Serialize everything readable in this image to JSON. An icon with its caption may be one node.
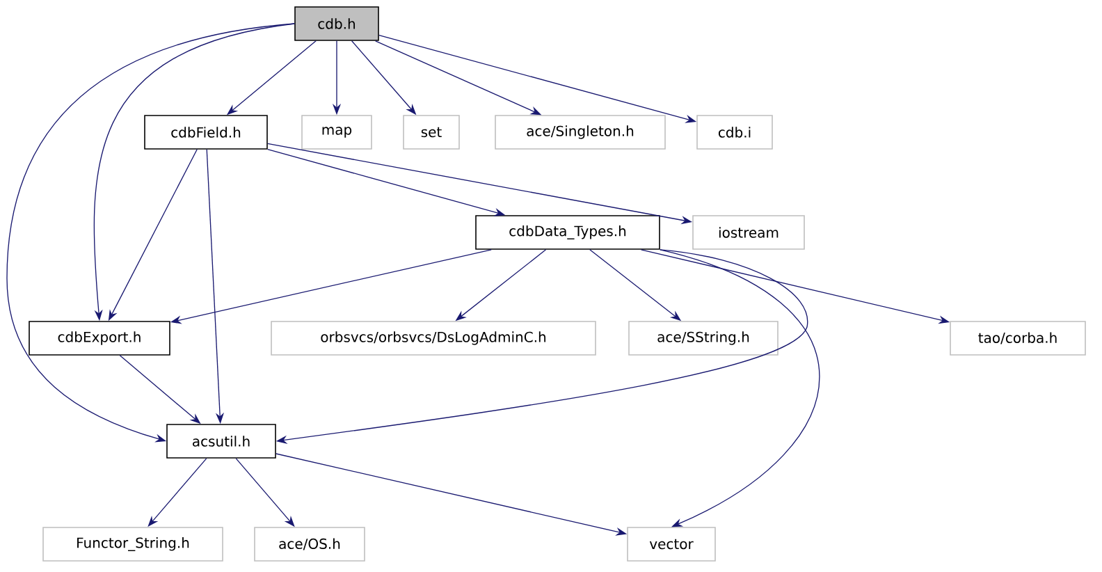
{
  "diagram": {
    "nodes": [
      {
        "text": [
          "cdb.h"
        ]
      },
      {
        "text": [
          "cdbField.h"
        ]
      },
      {
        "text": [
          "map"
        ]
      },
      {
        "text": [
          "set"
        ]
      },
      {
        "text": [
          "ace/Singleton.h"
        ]
      },
      {
        "text": [
          "cdb.i"
        ]
      },
      {
        "text": [
          "iostream"
        ]
      },
      {
        "text": [
          "cdbData_Types.h"
        ]
      },
      {
        "text": [
          "cdbExport.h"
        ]
      },
      {
        "text": [
          "orbsvcs/orbsvcs/DsLogAdminC.h"
        ]
      },
      {
        "text": [
          "ace/SString.h"
        ]
      },
      {
        "text": [
          "tao/corba.h"
        ]
      },
      {
        "text": [
          "acsutil.h"
        ]
      },
      {
        "text": [
          "Functor_String.h"
        ]
      },
      {
        "text": [
          "ace/OS.h"
        ]
      },
      {
        "text": [
          "vector"
        ]
      }
    ],
    "edges": [
      {
        "from": 0,
        "to": 1,
        "arrow": "to"
      },
      {
        "from": 0,
        "to": 2,
        "arrow": "to"
      },
      {
        "from": 0,
        "to": 3,
        "arrow": "to"
      },
      {
        "from": 0,
        "to": 4,
        "arrow": "to"
      },
      {
        "from": 0,
        "to": 5,
        "arrow": "to"
      },
      {
        "from": 0,
        "to": 8,
        "arrow": "to"
      },
      {
        "from": 0,
        "to": 12,
        "arrow": "to"
      },
      {
        "from": 1,
        "to": 8,
        "arrow": "to"
      },
      {
        "from": 1,
        "to": 12,
        "arrow": "to"
      },
      {
        "from": 1,
        "to": 7,
        "arrow": "to"
      },
      {
        "from": 1,
        "to": 6,
        "arrow": "to"
      },
      {
        "from": 7,
        "to": 8,
        "arrow": "to"
      },
      {
        "from": 7,
        "to": 9,
        "arrow": "to"
      },
      {
        "from": 7,
        "to": 10,
        "arrow": "to"
      },
      {
        "from": 7,
        "to": 11,
        "arrow": "to"
      },
      {
        "from": 7,
        "to": 12,
        "arrow": "to"
      },
      {
        "from": 7,
        "to": 15,
        "arrow": "to"
      },
      {
        "from": 8,
        "to": 12,
        "arrow": "to"
      },
      {
        "from": 12,
        "to": 13,
        "arrow": "to"
      },
      {
        "from": 12,
        "to": 14,
        "arrow": "to"
      },
      {
        "from": 12,
        "to": 15,
        "arrow": "to"
      }
    ]
  }
}
